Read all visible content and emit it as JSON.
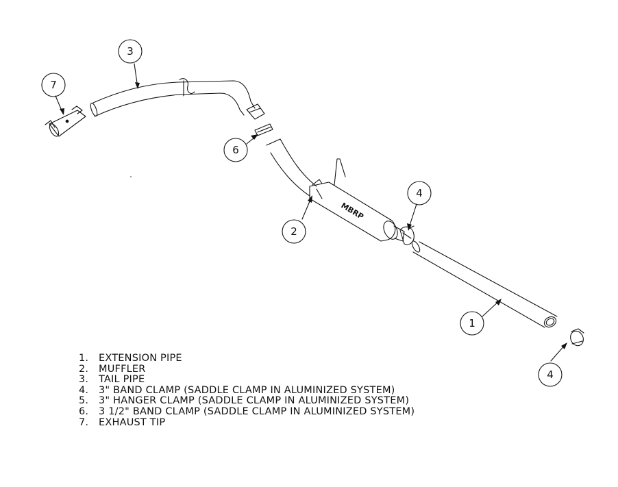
{
  "callouts": [
    {
      "label": "3"
    },
    {
      "label": "7"
    },
    {
      "label": "6"
    },
    {
      "label": "2"
    },
    {
      "label": "4"
    },
    {
      "label": "1"
    },
    {
      "label": "4"
    }
  ],
  "brand_text": "MBRP",
  "legend": [
    {
      "num": "1.",
      "text": "EXTENSION PIPE"
    },
    {
      "num": "2.",
      "text": "MUFFLER"
    },
    {
      "num": "3.",
      "text": "TAIL PIPE"
    },
    {
      "num": "4.",
      "text": "3\" BAND CLAMP (SADDLE CLAMP IN ALUMINIZED SYSTEM)"
    },
    {
      "num": "5.",
      "text": "3\" HANGER CLAMP (SADDLE CLAMP IN ALUMINIZED SYSTEM)"
    },
    {
      "num": "6.",
      "text": "3 1/2\" BAND CLAMP (SADDLE CLAMP IN ALUMINIZED SYSTEM)"
    },
    {
      "num": "7.",
      "text": "EXHAUST TIP"
    }
  ]
}
